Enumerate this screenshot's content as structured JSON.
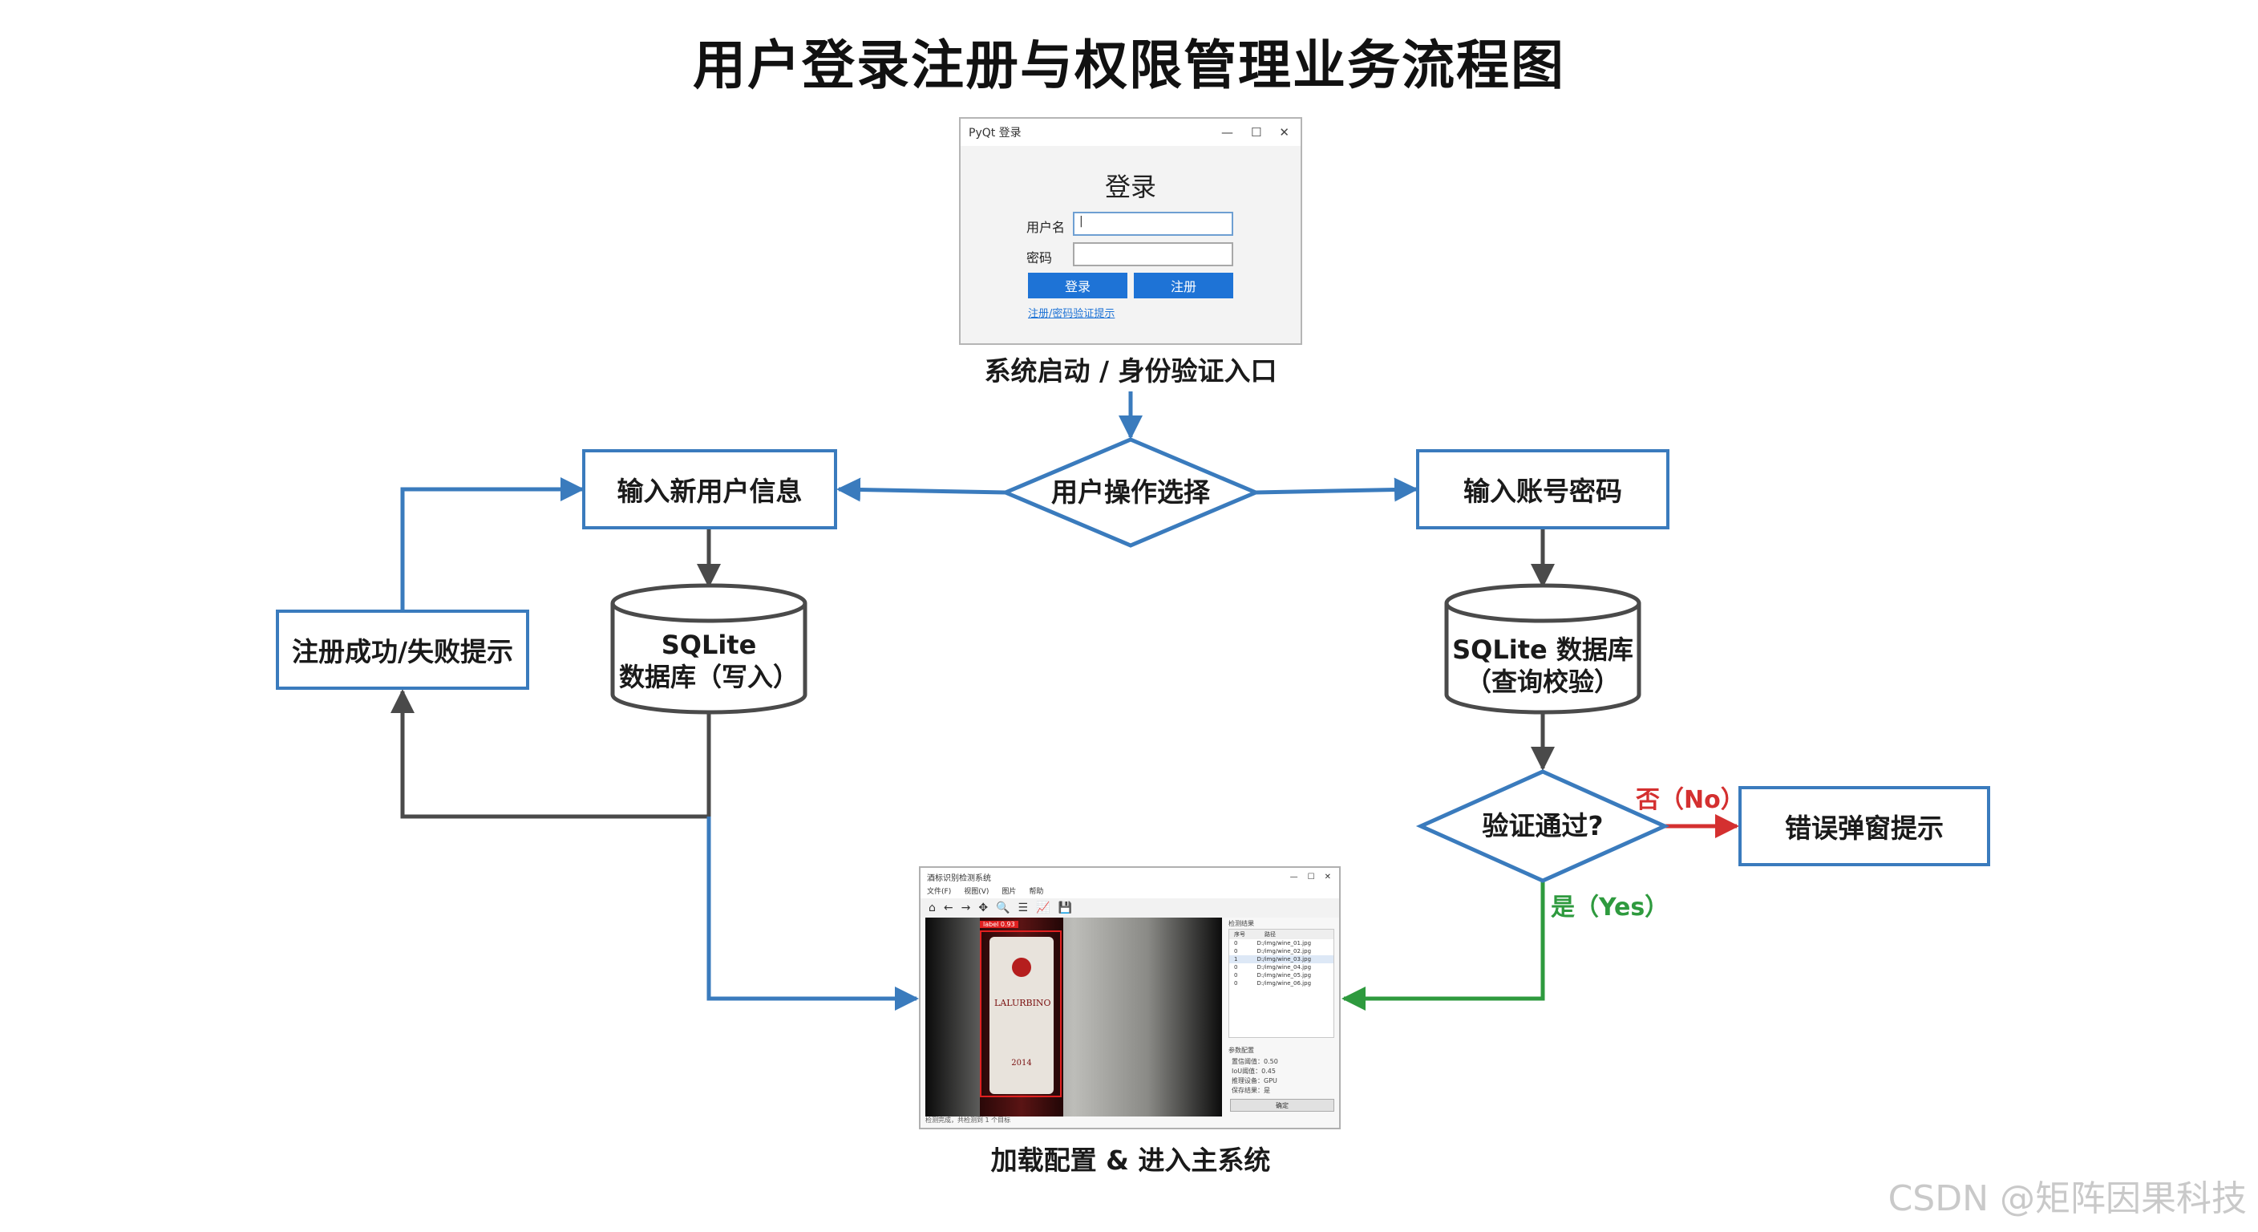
{
  "title": "用户登录注册与权限管理业务流程图",
  "colors": {
    "blue": "#3a7bbd",
    "dark": "#4a4a4a",
    "red": "#d43030",
    "green": "#2e9a3e"
  },
  "login_window": {
    "title": "PyQt 登录",
    "controls": [
      "—",
      "☐",
      "✕"
    ],
    "heading": "登录",
    "username_label": "用户名",
    "password_label": "密码",
    "login_button": "登录",
    "register_button": "注册",
    "hint_link": "注册/密码验证提示"
  },
  "nodes": {
    "entry_caption": "系统启动 / 身份验证入口",
    "choice": "用户操作选择",
    "new_user": "输入新用户信息",
    "account": "输入账号密码",
    "db_write_line1": "SQLite",
    "db_write_line2": "数据库（写入）",
    "db_check_line1": "SQLite 数据库",
    "db_check_line2": "（查询校验）",
    "reg_result": "注册成功/失败提示",
    "verify": "验证通过?",
    "error": "错误弹窗提示",
    "main_caption": "加载配置 & 进入主系统"
  },
  "edge_labels": {
    "no": "否（No）",
    "yes": "是（Yes）"
  },
  "main_window": {
    "title": "酒标识别检测系统",
    "menu": [
      "文件(F)",
      "视图(V)",
      "图片",
      "帮助"
    ],
    "toolbar": [
      "⌂",
      "←",
      "→",
      "✥",
      "🔍",
      "☰",
      "📈",
      "💾"
    ],
    "label_top": "LALURBINO",
    "label_year": "2014",
    "detect_tag": "label 0.93",
    "panel_title": "检测结果",
    "list_header": [
      "序号",
      "路径"
    ],
    "list_rows": [
      [
        "0",
        "D:/img/wine_01.jpg"
      ],
      [
        "0",
        "D:/img/wine_02.jpg"
      ],
      [
        "1",
        "D:/img/wine_03.jpg"
      ],
      [
        "0",
        "D:/img/wine_04.jpg"
      ],
      [
        "0",
        "D:/img/wine_05.jpg"
      ],
      [
        "0",
        "D:/img/wine_06.jpg"
      ]
    ],
    "config_title": "参数配置",
    "config_rows": [
      "置信阈值：0.50",
      "IoU阈值：0.45",
      "推理设备：GPU",
      "保存结果：是"
    ],
    "config_button": "确定",
    "status": "检测完成，共检测到 1 个目标"
  },
  "watermark": "CSDN @矩阵因果科技"
}
